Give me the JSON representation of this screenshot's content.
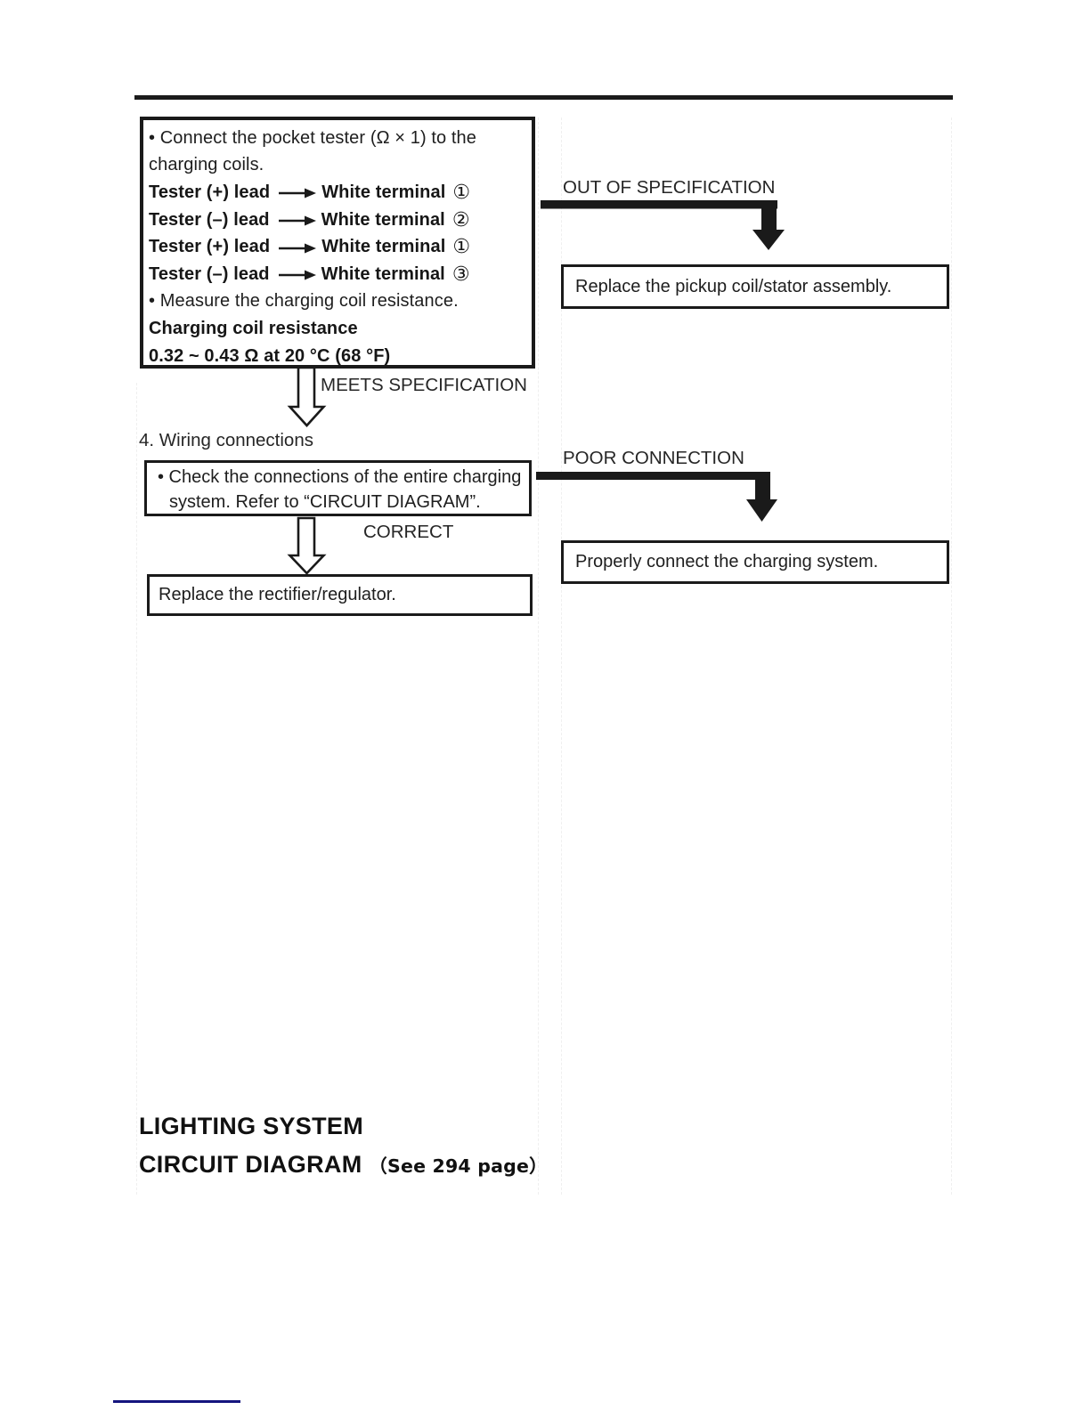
{
  "page": {
    "rule_color": "#1b1b1b",
    "accent_line_color": "#15157e"
  },
  "flowchart": {
    "spec_box": {
      "bullet1_line1": "• Connect the pocket tester (Ω × 1) to the",
      "bullet1_line2": "charging coils.",
      "leads": [
        {
          "pre": "Tester (+) lead",
          "post": "White terminal",
          "num": "①"
        },
        {
          "pre": "Tester (–) lead",
          "post": "White terminal",
          "num": "②"
        },
        {
          "pre": "Tester (+) lead",
          "post": "White terminal",
          "num": "①"
        },
        {
          "pre": "Tester (–) lead",
          "post": "White terminal",
          "num": "③"
        }
      ],
      "bullet2": "• Measure the charging coil resistance.",
      "spec_title": "Charging coil resistance",
      "spec_value": "0.32 ~ 0.43 Ω at 20 °C (68 °F)"
    },
    "branch_labels": {
      "out_of_spec": "OUT OF SPECIFICATION",
      "meets_spec": "MEETS SPECIFICATION",
      "poor_connection": "POOR CONNECTION",
      "correct": "CORRECT"
    },
    "step_label": "4. Wiring connections",
    "check_box": {
      "line1": "• Check the connections of the entire charging",
      "line2": "system. Refer to “CIRCUIT DIAGRAM”."
    },
    "action_boxes": {
      "replace_pickup": "Replace the pickup coil/stator assembly.",
      "properly_connect": "Properly connect the charging system.",
      "replace_rectifier": "Replace the rectifier/regulator."
    }
  },
  "headings": {
    "line1": "LIGHTING SYSTEM",
    "line2": "CIRCUIT DIAGRAM",
    "line2_note": "（See 294 page）"
  }
}
